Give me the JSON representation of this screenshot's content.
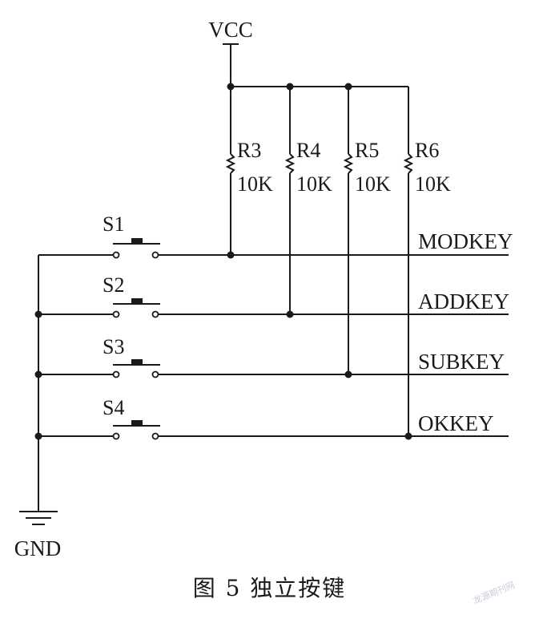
{
  "power": {
    "label": "VCC"
  },
  "ground": {
    "label": "GND"
  },
  "resistors": [
    {
      "name": "R3",
      "value": "10K"
    },
    {
      "name": "R4",
      "value": "10K"
    },
    {
      "name": "R5",
      "value": "10K"
    },
    {
      "name": "R6",
      "value": "10K"
    }
  ],
  "switches": [
    {
      "name": "S1",
      "signal": "MODKEY"
    },
    {
      "name": "S2",
      "signal": "ADDKEY"
    },
    {
      "name": "S3",
      "signal": "SUBKEY"
    },
    {
      "name": "S4",
      "signal": "OKKEY"
    }
  ],
  "caption": "图 5   独立按键",
  "watermark": "龙源期刊网"
}
